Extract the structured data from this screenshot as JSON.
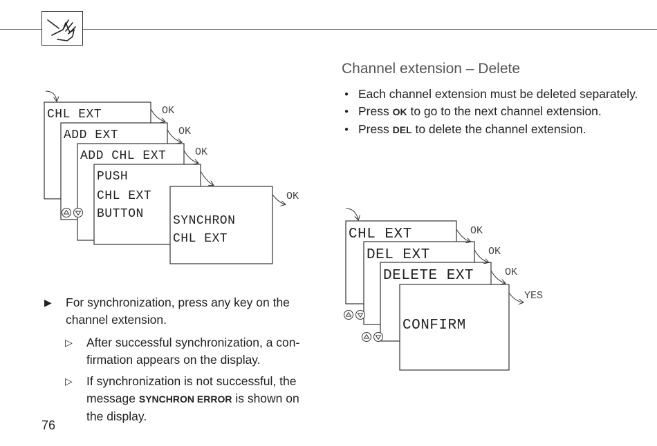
{
  "header": {
    "icon": "hand-pointing-icon"
  },
  "diagram_left": {
    "screens": [
      {
        "lines": [
          "CHL EXT"
        ],
        "confirm_key": "OK"
      },
      {
        "lines": [
          "ADD EXT"
        ],
        "confirm_key": "OK"
      },
      {
        "lines": [
          "ADD CHL EXT"
        ],
        "confirm_key": "OK"
      },
      {
        "lines": [
          "PUSH",
          "CHL EXT",
          "BUTTON"
        ]
      },
      {
        "lines": [
          "SYNCHRON",
          "CHL EXT"
        ],
        "confirm_key": "OK"
      }
    ],
    "nav_icon": "up-down-arrow-buttons-icon"
  },
  "diagram_right": {
    "screens": [
      {
        "lines": [
          "CHL EXT"
        ],
        "confirm_key": "OK"
      },
      {
        "lines": [
          "DEL EXT"
        ],
        "confirm_key": "OK"
      },
      {
        "lines": [
          "DELETE EXT"
        ],
        "confirm_key": "OK"
      },
      {
        "lines": [
          "CONFIRM"
        ],
        "confirm_key": "YES"
      }
    ],
    "nav_icon": "up-down-arrow-buttons-icon"
  },
  "section": {
    "title": "Channel extension – Delete",
    "bullets": [
      {
        "text": "Each channel extension must be deleted separately."
      },
      {
        "pre": "Press ",
        "key": "OK",
        "post": " to go to the next channel extension."
      },
      {
        "pre": "Press ",
        "key": "DEL",
        "post": " to delete the channel extension."
      }
    ]
  },
  "instructions": {
    "step": "For synchronization, press any key on the channel extension.",
    "results": [
      {
        "text": "After successful synchronization, a con-firmation appears on the display."
      },
      {
        "pre": "If synchronization is not successful, the message ",
        "key": "SYNCHRON ERROR",
        "post": " is shown on the display."
      }
    ]
  },
  "page_number": "76"
}
